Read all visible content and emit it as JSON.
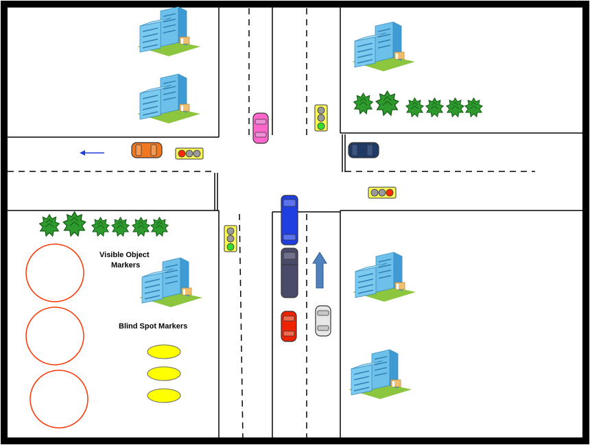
{
  "labels": {
    "visible_line1": "Visible Object",
    "visible_line2": "Markers",
    "blind": "Blind Spot Markers"
  },
  "colors": {
    "border": "#000000",
    "road_line": "#000000",
    "visible_marker": "#ff3300",
    "blind_marker": "#ffff00",
    "tree": "#2e9a2e",
    "building": "#5bb0e0",
    "grass": "#8cc63f",
    "arrow_left": "#1f3fd8",
    "arrow_up": "#4f81bd"
  },
  "vehicles": [
    {
      "name": "pink-car",
      "color": "#ff66cc"
    },
    {
      "name": "orange-car",
      "color": "#f07820"
    },
    {
      "name": "dark-blue-car",
      "color": "#1f3a66"
    },
    {
      "name": "blue-bus",
      "color": "#1f3fe0"
    },
    {
      "name": "dark-truck",
      "color": "#4a4a6a"
    },
    {
      "name": "red-car",
      "color": "#ee2200"
    },
    {
      "name": "white-car",
      "color": "#e8e8e8"
    }
  ],
  "traffic_lights": [
    {
      "name": "traffic-light-north",
      "active": "green"
    },
    {
      "name": "traffic-light-west",
      "active": "red"
    },
    {
      "name": "traffic-light-east",
      "active": "red"
    },
    {
      "name": "traffic-light-south",
      "active": "green"
    }
  ],
  "icons": {
    "building": "building-icon",
    "tree": "tree-icon",
    "traffic_light": "traffic-light-icon",
    "arrow": "direction-arrow-icon"
  }
}
